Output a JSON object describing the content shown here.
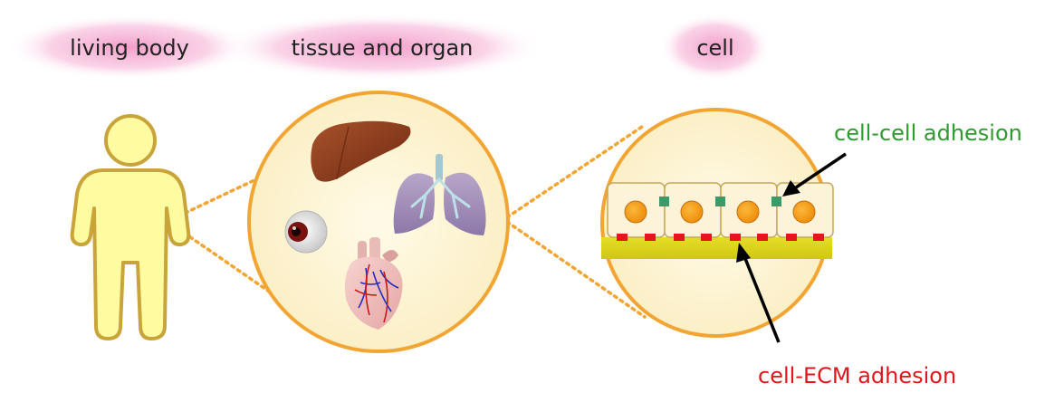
{
  "labels": {
    "living_body": "living body",
    "tissue_and_organ": "tissue and organ",
    "cell": "cell"
  },
  "annotations": {
    "cell_cell_adhesion": "cell-cell adhesion",
    "cell_ecm_adhesion": "cell-ECM adhesion"
  },
  "colors": {
    "header_pink": "#f4a6cf",
    "circle_fill": "#fdf4d0",
    "circle_stroke": "#f2a532",
    "body_fill": "#fffba0",
    "body_stroke": "#c8a43a",
    "cell_fill": "#fdf3d8",
    "nucleus": "#f7a21a",
    "junction_green": "#3a9a69",
    "anchor_red": "#e8141d",
    "ecm_yellow": "#dcd51a",
    "green_text": "#2e9b2e",
    "red_text": "#e0161b"
  }
}
